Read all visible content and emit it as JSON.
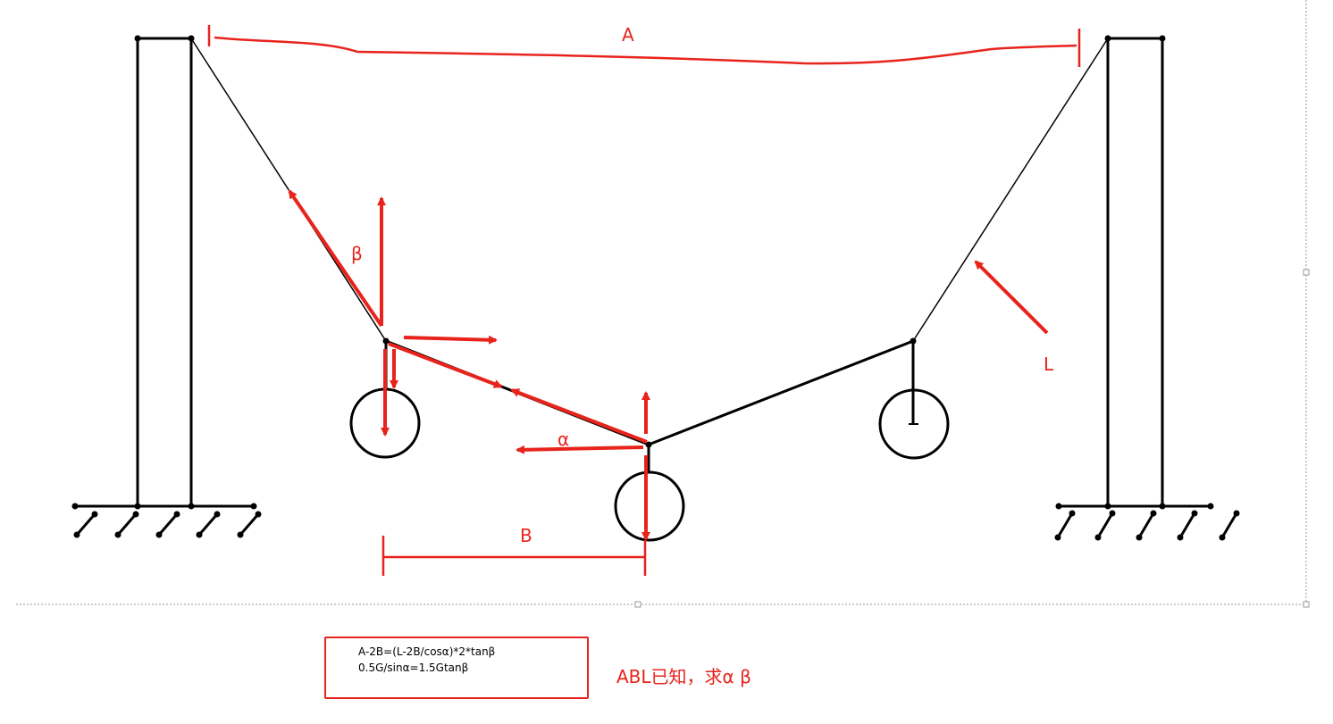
{
  "labels": {
    "A": "A",
    "B": "B",
    "L": "L",
    "alpha": "α",
    "beta": "β"
  },
  "formulas": {
    "line1": "A-2B=(L-2B/cosα)*2*tanβ",
    "line2": "0.5G/sinα=1.5Gtanβ"
  },
  "question": "ABL已知，求α β",
  "colors": {
    "annotation": "#e8231c",
    "structure": "#000000"
  }
}
